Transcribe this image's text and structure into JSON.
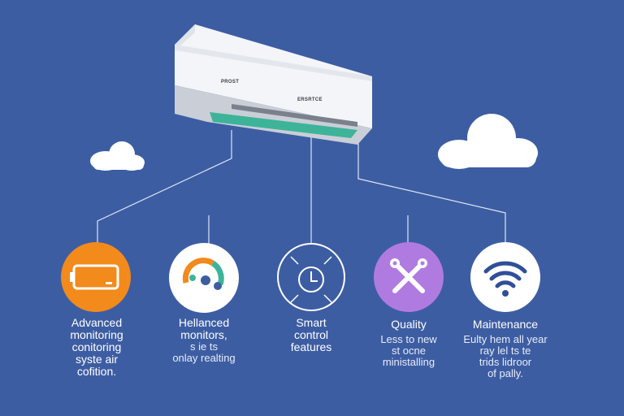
{
  "colors": {
    "background": "#3d5da3",
    "line": "#dde6f5",
    "unit_body": "#eef1f5",
    "vent_accent": "#3db49a",
    "icon_orange": "#f28a1c",
    "icon_purple": "#b07be0",
    "icon_white": "#ffffff",
    "icon_dark_blue": "#2f4f9a"
  },
  "unit": {
    "brand_left": "PROST",
    "brand_right": "ERSRTCE"
  },
  "features": [
    {
      "icon": "battery-icon",
      "title_lines": [
        "Advanced",
        "monitoring",
        "conitoring",
        "syste air",
        "cofition."
      ]
    },
    {
      "icon": "gauge-icon",
      "title_lines": [
        "Hellanced",
        "monitors,"
      ],
      "sub_lines": [
        "s ie ts",
        "onlay realting"
      ]
    },
    {
      "icon": "clock-icon",
      "title_lines": [
        "Smart",
        "control",
        "features"
      ]
    },
    {
      "icon": "tools-icon",
      "title_lines": [
        "Quality"
      ],
      "sub_lines": [
        "Less to new",
        "st ocne",
        "ministalling"
      ]
    },
    {
      "icon": "wifi-icon",
      "title_lines": [
        "Maintenance"
      ],
      "sub_lines": [
        "Eulty hem all year",
        "ray lel ts te",
        "trids lidroor",
        "of pally."
      ]
    }
  ]
}
